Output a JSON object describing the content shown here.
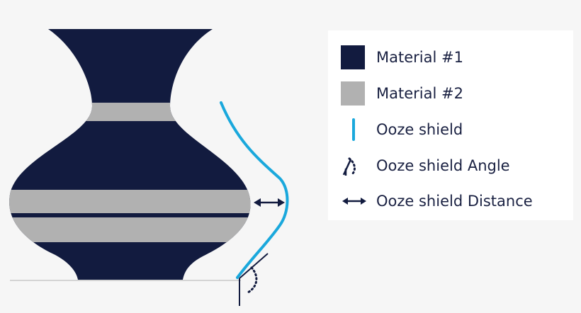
{
  "colors": {
    "background": "#f6f6f6",
    "material1": "#121b3f",
    "material2": "#b1b1b1",
    "ooze_shield": "#1aa8dc",
    "text": "#1a2142"
  },
  "legend": {
    "items": [
      {
        "label": "Material #1",
        "symbol": "navy-swatch"
      },
      {
        "label": "Material #2",
        "symbol": "gray-swatch"
      },
      {
        "label": "Ooze shield",
        "symbol": "blue-line-icon"
      },
      {
        "label": "Ooze shield Angle",
        "symbol": "angle-icon"
      },
      {
        "label": "Ooze shield Distance",
        "symbol": "double-arrow-icon"
      }
    ]
  }
}
